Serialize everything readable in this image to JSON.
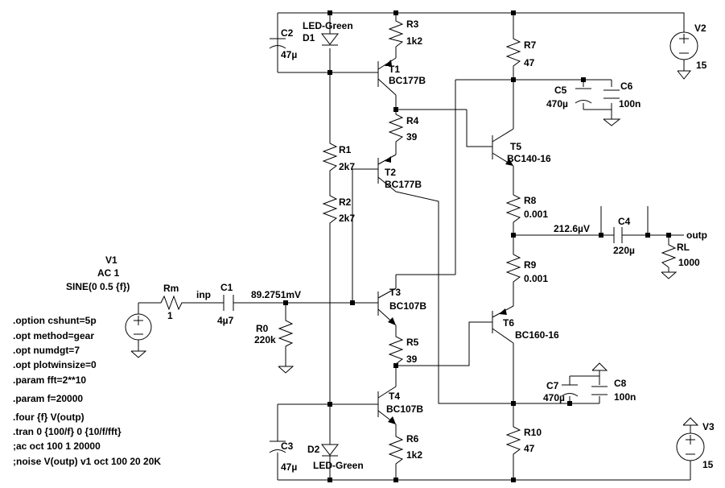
{
  "components": {
    "v1": {
      "name": "V1",
      "ac": "AC 1",
      "sine": "SINE(0 0.5 {f})"
    },
    "v2": {
      "name": "V2",
      "value": "15"
    },
    "v3": {
      "name": "V3",
      "value": "15"
    },
    "rm": {
      "name": "Rm",
      "value": "1"
    },
    "r0": {
      "name": "R0",
      "value": "220k"
    },
    "r1": {
      "name": "R1",
      "value": "2k7"
    },
    "r2": {
      "name": "R2",
      "value": "2k7"
    },
    "r3": {
      "name": "R3",
      "value": "1k2"
    },
    "r4": {
      "name": "R4",
      "value": "39"
    },
    "r5": {
      "name": "R5",
      "value": "39"
    },
    "r6": {
      "name": "R6",
      "value": "1k2"
    },
    "r7": {
      "name": "R7",
      "value": "47"
    },
    "r8": {
      "name": "R8",
      "value": "0.001"
    },
    "r9": {
      "name": "R9",
      "value": "0.001"
    },
    "r10": {
      "name": "R10",
      "value": "47"
    },
    "rl": {
      "name": "RL",
      "value": "1000"
    },
    "c1": {
      "name": "C1",
      "value": "4µ7"
    },
    "c2": {
      "name": "C2",
      "value": "47µ"
    },
    "c3": {
      "name": "C3",
      "value": "47µ"
    },
    "c4": {
      "name": "C4",
      "value": "220µ"
    },
    "c5": {
      "name": "C5",
      "value": "470µ"
    },
    "c6": {
      "name": "C6",
      "value": "100n"
    },
    "c7": {
      "name": "C7",
      "value": "470µ"
    },
    "c8": {
      "name": "C8",
      "value": "100n"
    },
    "d1": {
      "name": "D1",
      "value": "LED-Green"
    },
    "d2": {
      "name": "D2",
      "value": "LED-Green"
    },
    "t1": {
      "name": "T1",
      "value": "BC177B"
    },
    "t2": {
      "name": "T2",
      "value": "BC177B"
    },
    "t3": {
      "name": "T3",
      "value": "BC107B"
    },
    "t4": {
      "name": "T4",
      "value": "BC107B"
    },
    "t5": {
      "name": "T5",
      "value": "BC140-16"
    },
    "t6": {
      "name": "T6",
      "value": "BC160-16"
    }
  },
  "nets": {
    "inp": "inp",
    "outp": "outp",
    "v_base": "89.2751mV",
    "v_out": "212.6µV"
  },
  "directives": [
    ".option cshunt=5p",
    ".opt method=gear",
    ".opt numdgt=7",
    ".opt plotwinsize=0",
    ".param fft=2**10",
    ".param f=20000",
    ".four {f} V(outp)",
    ".tran 0 {100/f} 0 {10/f/fft}",
    ";ac oct 100 1 20000",
    ";noise V(outp) v1 oct 100 20 20K"
  ]
}
